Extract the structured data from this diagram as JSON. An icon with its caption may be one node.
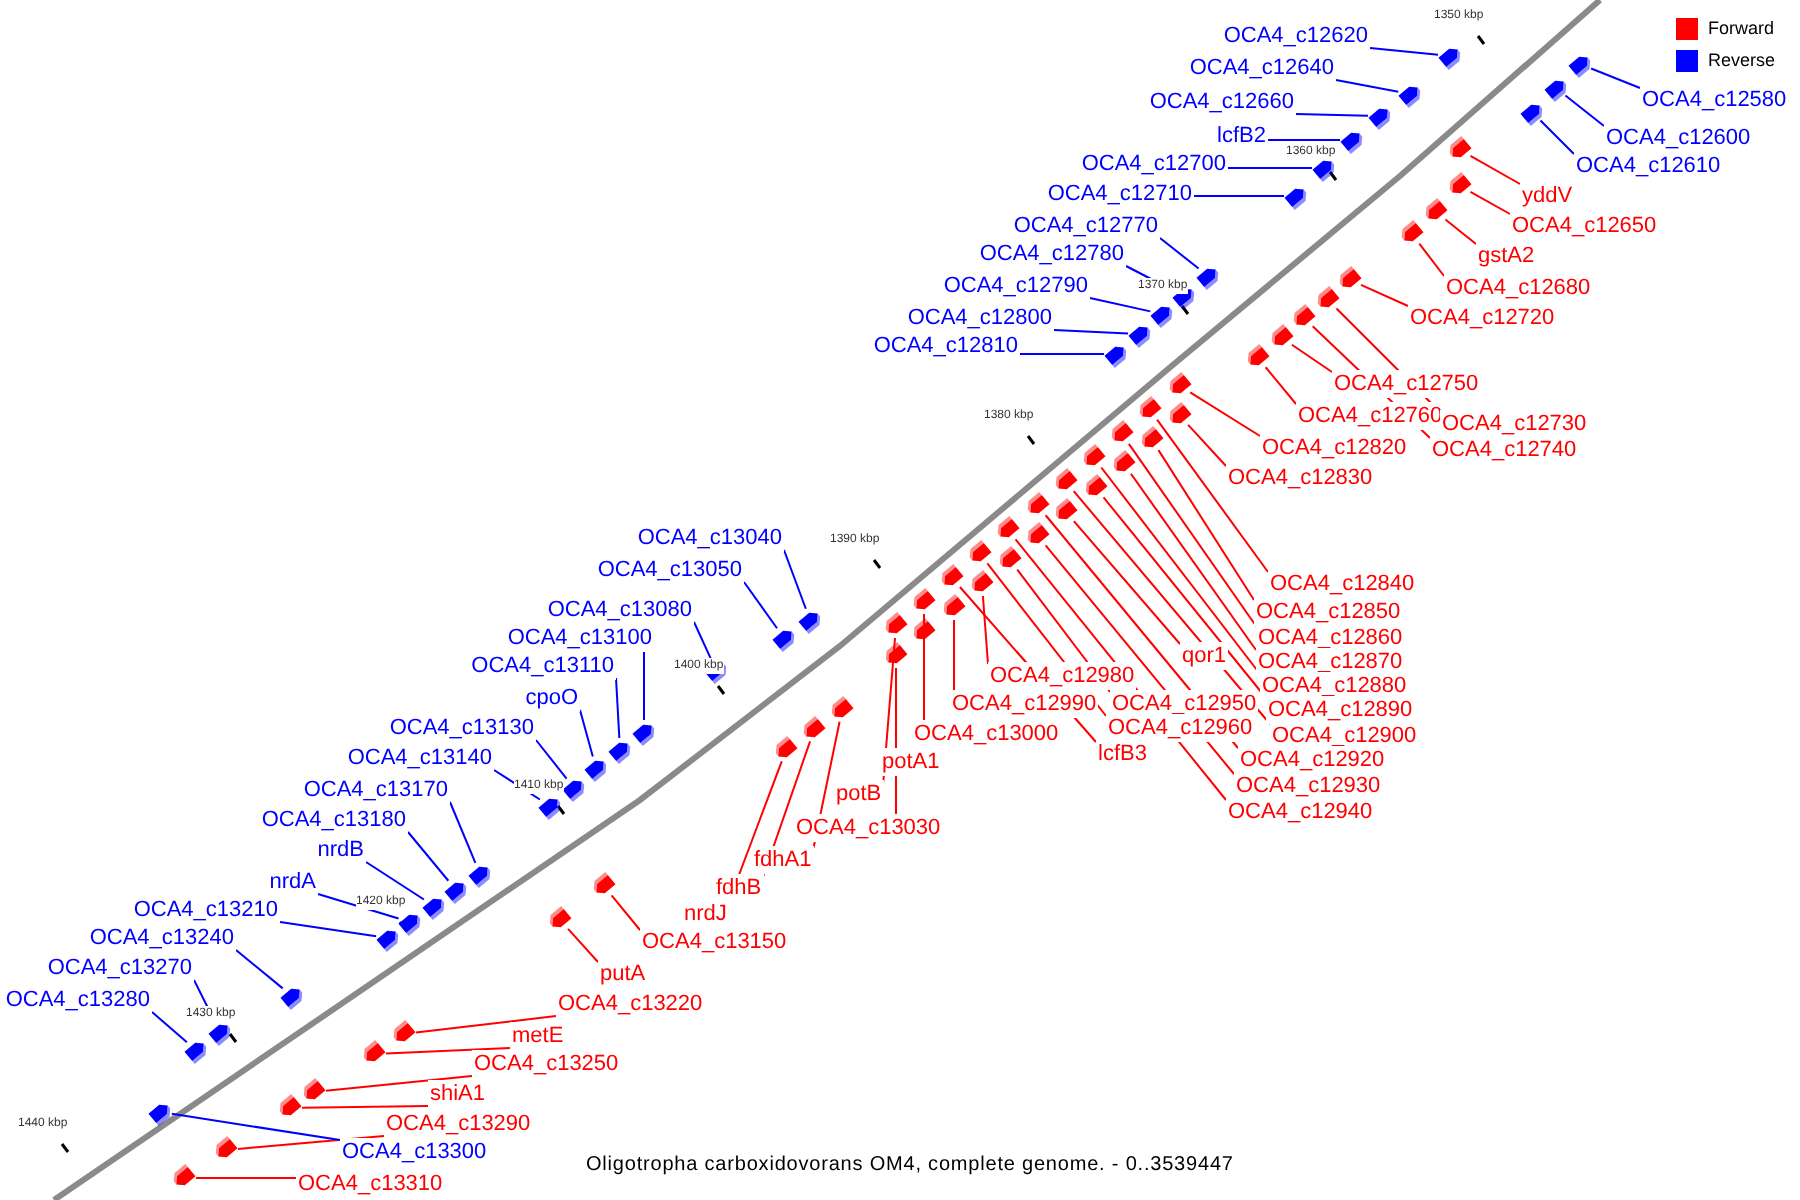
{
  "diagram": {
    "caption": "Oligotropha carboxidovorans OM4, complete genome. - 0..3539447",
    "nodes": [
      {
        "text": [
          "OCA4_c12620"
        ]
      },
      {
        "text": [
          "OCA4_c12580"
        ]
      },
      {
        "text": [
          "OCA4_c12640"
        ]
      },
      {
        "text": [
          "OCA4_c12660"
        ]
      },
      {
        "text": [
          "OCA4_c12600"
        ]
      },
      {
        "text": [
          "OCA4_c12610"
        ]
      },
      {
        "text": [
          "lcfB2"
        ]
      },
      {
        "text": [
          "OCA4_c12700"
        ]
      },
      {
        "text": [
          "yddV"
        ]
      },
      {
        "text": [
          "OCA4_c12710"
        ]
      },
      {
        "text": [
          "OCA4_c12770"
        ]
      },
      {
        "text": [
          "OCA4_c12650"
        ]
      },
      {
        "text": [
          "OCA4_c12780"
        ]
      },
      {
        "text": [
          "gstA2"
        ]
      },
      {
        "text": [
          "OCA4_c12790"
        ]
      },
      {
        "text": [
          "OCA4_c12680"
        ]
      },
      {
        "text": [
          "OCA4_c12800"
        ]
      },
      {
        "text": [
          "OCA4_c12720"
        ]
      },
      {
        "text": [
          "OCA4_c12810"
        ]
      },
      {
        "text": [
          "OCA4_c12750"
        ]
      },
      {
        "text": [
          "OCA4_c12760"
        ]
      },
      {
        "text": [
          "OCA4_c12730"
        ]
      },
      {
        "text": [
          "OCA4_c12820"
        ]
      },
      {
        "text": [
          "OCA4_c12740"
        ]
      },
      {
        "text": [
          "OCA4_c12830"
        ]
      },
      {
        "text": [
          "OCA4_c13040"
        ]
      },
      {
        "text": [
          "OCA4_c13050"
        ]
      },
      {
        "text": [
          "OCA4_c12840"
        ]
      },
      {
        "text": [
          "OCA4_c13080"
        ]
      },
      {
        "text": [
          "OCA4_c12850"
        ]
      },
      {
        "text": [
          "OCA4_c13100"
        ]
      },
      {
        "text": [
          "OCA4_c12860"
        ]
      },
      {
        "text": [
          "qor1"
        ]
      },
      {
        "text": [
          "OCA4_c12870"
        ]
      },
      {
        "text": [
          "OCA4_c13110"
        ]
      },
      {
        "text": [
          "OCA4_c12980"
        ]
      },
      {
        "text": [
          "OCA4_c12880"
        ]
      },
      {
        "text": [
          "cpoO"
        ]
      },
      {
        "text": [
          "OCA4_c12990"
        ]
      },
      {
        "text": [
          "OCA4_c12950"
        ]
      },
      {
        "text": [
          "OCA4_c12890"
        ]
      },
      {
        "text": [
          "OCA4_c13130"
        ]
      },
      {
        "text": [
          "OCA4_c12960"
        ]
      },
      {
        "text": [
          "OCA4_c13000"
        ]
      },
      {
        "text": [
          "OCA4_c12900"
        ]
      },
      {
        "text": [
          "lcfB3"
        ]
      },
      {
        "text": [
          "OCA4_c13140"
        ]
      },
      {
        "text": [
          "OCA4_c12920"
        ]
      },
      {
        "text": [
          "potA1"
        ]
      },
      {
        "text": [
          "OCA4_c12930"
        ]
      },
      {
        "text": [
          "OCA4_c13170"
        ]
      },
      {
        "text": [
          "potB"
        ]
      },
      {
        "text": [
          "OCA4_c12940"
        ]
      },
      {
        "text": [
          "OCA4_c13180"
        ]
      },
      {
        "text": [
          "OCA4_c13030"
        ]
      },
      {
        "text": [
          "nrdB"
        ]
      },
      {
        "text": [
          "fdhA1"
        ]
      },
      {
        "text": [
          "nrdA"
        ]
      },
      {
        "text": [
          "fdhB"
        ]
      },
      {
        "text": [
          "OCA4_c13210"
        ]
      },
      {
        "text": [
          "nrdJ"
        ]
      },
      {
        "text": [
          "OCA4_c13240"
        ]
      },
      {
        "text": [
          "OCA4_c13150"
        ]
      },
      {
        "text": [
          "OCA4_c13270"
        ]
      },
      {
        "text": [
          "putA"
        ]
      },
      {
        "text": [
          "OCA4_c13280"
        ]
      },
      {
        "text": [
          "OCA4_c13220"
        ]
      },
      {
        "text": [
          "metE"
        ]
      },
      {
        "text": [
          "OCA4_c13250"
        ]
      },
      {
        "text": [
          "shiA1"
        ]
      },
      {
        "text": [
          "OCA4_c13290"
        ]
      },
      {
        "text": [
          "OCA4_c13300"
        ]
      },
      {
        "text": [
          "OCA4_c13310"
        ]
      },
      {
        "text": [],
        "shape": "arrow"
      },
      {
        "text": [],
        "shape": "arrow"
      },
      {
        "text": [],
        "shape": "arrow"
      },
      {
        "text": [],
        "shape": "arrow"
      },
      {
        "text": [],
        "shape": "arrow"
      },
      {
        "text": [],
        "shape": "arrow"
      },
      {
        "text": [],
        "shape": "arrow"
      },
      {
        "text": [],
        "shape": "arrow"
      },
      {
        "text": [],
        "shape": "arrow"
      },
      {
        "text": [],
        "shape": "arrow"
      },
      {
        "text": [],
        "shape": "arrow"
      },
      {
        "text": [],
        "shape": "arrow"
      },
      {
        "text": [],
        "shape": "arrow"
      },
      {
        "text": [],
        "shape": "arrow"
      },
      {
        "text": [],
        "shape": "arrow"
      },
      {
        "text": [],
        "shape": "arrow"
      },
      {
        "text": [],
        "shape": "arrow"
      },
      {
        "text": [],
        "shape": "arrow"
      },
      {
        "text": [],
        "shape": "arrow"
      },
      {
        "text": [],
        "shape": "arrow"
      },
      {
        "text": [],
        "shape": "arrow"
      },
      {
        "text": [],
        "shape": "arrow"
      },
      {
        "text": [],
        "shape": "arrow"
      },
      {
        "text": [],
        "shape": "arrow"
      },
      {
        "text": [],
        "shape": "arrow"
      },
      {
        "text": [],
        "shape": "arrow"
      },
      {
        "text": [],
        "shape": "arrow"
      },
      {
        "text": [],
        "shape": "arrow"
      },
      {
        "text": [],
        "shape": "arrow"
      },
      {
        "text": [],
        "shape": "arrow"
      },
      {
        "text": [],
        "shape": "arrow"
      },
      {
        "text": [],
        "shape": "arrow"
      },
      {
        "text": [],
        "shape": "arrow"
      },
      {
        "text": [],
        "shape": "arrow"
      },
      {
        "text": [],
        "shape": "arrow"
      },
      {
        "text": [],
        "shape": "arrow"
      },
      {
        "text": [],
        "shape": "arrow"
      },
      {
        "text": [],
        "shape": "arrow"
      },
      {
        "text": [],
        "shape": "arrow"
      },
      {
        "text": [],
        "shape": "arrow"
      },
      {
        "text": [],
        "shape": "arrow"
      },
      {
        "text": [],
        "shape": "arrow"
      },
      {
        "text": [],
        "shape": "arrow"
      },
      {
        "text": [],
        "shape": "arrow"
      },
      {
        "text": [],
        "shape": "arrow"
      },
      {
        "text": [],
        "shape": "arrow"
      },
      {
        "text": [],
        "shape": "arrow"
      },
      {
        "text": [],
        "shape": "arrow"
      },
      {
        "text": [],
        "shape": "arrow"
      },
      {
        "text": [],
        "shape": "arrow"
      },
      {
        "text": [],
        "shape": "arrow"
      },
      {
        "text": [],
        "shape": "arrow"
      },
      {
        "text": [],
        "shape": "arrow"
      },
      {
        "text": [],
        "shape": "arrow"
      },
      {
        "text": [],
        "shape": "arrow"
      },
      {
        "text": [],
        "shape": "arrow"
      },
      {
        "text": [],
        "shape": "arrow"
      },
      {
        "text": [],
        "shape": "arrow"
      },
      {
        "text": [],
        "shape": "arrow"
      },
      {
        "text": [],
        "shape": "arrow"
      },
      {
        "text": [],
        "shape": "arrow"
      },
      {
        "text": [],
        "shape": "arrow"
      },
      {
        "text": [],
        "shape": "arrow"
      },
      {
        "text": [],
        "shape": "arrow"
      },
      {
        "text": [],
        "shape": "arrow"
      },
      {
        "text": [],
        "shape": "arrow"
      },
      {
        "text": [],
        "shape": "arrow"
      },
      {
        "text": [],
        "shape": "arrow"
      },
      {
        "text": [],
        "shape": "arrow"
      },
      {
        "text": [],
        "shape": "arrow"
      },
      {
        "text": [],
        "shape": "arrow"
      },
      {
        "text": [],
        "shape": "arrow"
      },
      {
        "text": [],
        "shape": "arrow"
      }
    ],
    "edges": [
      {
        "from": 0,
        "to": 73,
        "arrow": "none",
        "color": "#0000ff"
      },
      {
        "from": 1,
        "to": 74,
        "arrow": "none",
        "color": "#0000ff"
      },
      {
        "from": 2,
        "to": 75,
        "arrow": "none",
        "color": "#0000ff"
      },
      {
        "from": 3,
        "to": 76,
        "arrow": "none",
        "color": "#0000ff"
      },
      {
        "from": 4,
        "to": 77,
        "arrow": "none",
        "color": "#0000ff"
      },
      {
        "from": 5,
        "to": 78,
        "arrow": "none",
        "color": "#0000ff"
      },
      {
        "from": 6,
        "to": 79,
        "arrow": "none",
        "color": "#0000ff"
      },
      {
        "from": 7,
        "to": 80,
        "arrow": "none",
        "color": "#0000ff"
      },
      {
        "from": 8,
        "to": 81,
        "arrow": "none"
      },
      {
        "from": 9,
        "to": 82,
        "arrow": "none",
        "color": "#0000ff"
      },
      {
        "from": 10,
        "to": 83,
        "arrow": "none",
        "color": "#0000ff"
      },
      {
        "from": 11,
        "to": 84,
        "arrow": "none"
      },
      {
        "from": 12,
        "to": 85,
        "arrow": "none",
        "color": "#0000ff"
      },
      {
        "from": 13,
        "to": 86,
        "arrow": "none"
      },
      {
        "from": 14,
        "to": 87,
        "arrow": "none",
        "color": "#0000ff"
      },
      {
        "from": 15,
        "to": 88,
        "arrow": "none"
      },
      {
        "from": 16,
        "to": 89,
        "arrow": "none",
        "color": "#0000ff"
      },
      {
        "from": 17,
        "to": 90,
        "arrow": "none"
      },
      {
        "from": 18,
        "to": 91,
        "arrow": "none",
        "color": "#0000ff"
      },
      {
        "from": 19,
        "to": 92,
        "arrow": "none"
      },
      {
        "from": 20,
        "to": 93,
        "arrow": "none"
      },
      {
        "from": 21,
        "to": 94,
        "arrow": "none"
      },
      {
        "from": 22,
        "to": 95,
        "arrow": "none"
      },
      {
        "from": 23,
        "to": 96,
        "arrow": "none"
      },
      {
        "from": 24,
        "to": 97,
        "arrow": "none"
      },
      {
        "from": 25,
        "to": 98,
        "arrow": "none",
        "color": "#0000ff"
      },
      {
        "from": 26,
        "to": 99,
        "arrow": "none",
        "color": "#0000ff"
      },
      {
        "from": 27,
        "to": 100,
        "arrow": "none"
      },
      {
        "from": 28,
        "to": 101,
        "arrow": "none",
        "color": "#0000ff"
      },
      {
        "from": 29,
        "to": 102,
        "arrow": "none"
      },
      {
        "from": 30,
        "to": 103,
        "arrow": "none",
        "color": "#0000ff"
      },
      {
        "from": 31,
        "to": 104,
        "arrow": "none"
      },
      {
        "from": 32,
        "to": 105,
        "arrow": "none"
      },
      {
        "from": 33,
        "to": 106,
        "arrow": "none"
      },
      {
        "from": 34,
        "to": 107,
        "arrow": "none",
        "color": "#0000ff"
      },
      {
        "from": 35,
        "to": 108,
        "arrow": "none"
      },
      {
        "from": 36,
        "to": 109,
        "arrow": "none"
      },
      {
        "from": 37,
        "to": 110,
        "arrow": "none",
        "color": "#0000ff"
      },
      {
        "from": 38,
        "to": 111,
        "arrow": "none"
      },
      {
        "from": 39,
        "to": 112,
        "arrow": "none"
      },
      {
        "from": 40,
        "to": 113,
        "arrow": "none"
      },
      {
        "from": 41,
        "to": 114,
        "arrow": "none",
        "color": "#0000ff"
      },
      {
        "from": 42,
        "to": 115,
        "arrow": "none"
      },
      {
        "from": 43,
        "to": 116,
        "arrow": "none"
      },
      {
        "from": 44,
        "to": 117,
        "arrow": "none"
      },
      {
        "from": 45,
        "to": 118,
        "arrow": "none"
      },
      {
        "from": 46,
        "to": 119,
        "arrow": "none",
        "color": "#0000ff"
      },
      {
        "from": 47,
        "to": 120,
        "arrow": "none"
      },
      {
        "from": 48,
        "to": 121,
        "arrow": "none"
      },
      {
        "from": 49,
        "to": 122,
        "arrow": "none"
      },
      {
        "from": 50,
        "to": 123,
        "arrow": "none",
        "color": "#0000ff"
      },
      {
        "from": 51,
        "to": 124,
        "arrow": "none"
      },
      {
        "from": 52,
        "to": 125,
        "arrow": "none"
      },
      {
        "from": 53,
        "to": 126,
        "arrow": "none",
        "color": "#0000ff"
      },
      {
        "from": 54,
        "to": 127,
        "arrow": "none"
      },
      {
        "from": 55,
        "to": 128,
        "arrow": "none",
        "color": "#0000ff"
      },
      {
        "from": 56,
        "to": 129,
        "arrow": "none"
      },
      {
        "from": 57,
        "to": 130,
        "arrow": "none",
        "color": "#0000ff"
      },
      {
        "from": 58,
        "to": 131,
        "arrow": "none"
      },
      {
        "from": 59,
        "to": 132,
        "arrow": "none",
        "color": "#0000ff"
      },
      {
        "from": 60,
        "to": 133,
        "arrow": "none"
      },
      {
        "from": 61,
        "to": 134,
        "arrow": "none",
        "color": "#0000ff"
      },
      {
        "from": 62,
        "to": 135,
        "arrow": "none"
      },
      {
        "from": 63,
        "to": 136,
        "arrow": "none",
        "color": "#0000ff"
      },
      {
        "from": 64,
        "to": 137,
        "arrow": "none"
      },
      {
        "from": 65,
        "to": 138,
        "arrow": "none",
        "color": "#0000ff"
      },
      {
        "from": 66,
        "to": 139,
        "arrow": "none"
      },
      {
        "from": 67,
        "to": 140,
        "arrow": "none"
      },
      {
        "from": 68,
        "to": 141,
        "arrow": "none"
      },
      {
        "from": 69,
        "to": 142,
        "arrow": "none"
      },
      {
        "from": 70,
        "to": 143,
        "arrow": "none"
      },
      {
        "from": 71,
        "to": 144,
        "arrow": "none",
        "color": "#0000ff"
      },
      {
        "from": 72,
        "to": 145,
        "arrow": "none"
      }
    ],
    "labels": [
      "1350 kbp",
      "1360 kbp",
      "1370 kbp",
      "1380 kbp",
      "1390 kbp",
      "1400 kbp",
      "1410 kbp",
      "1420 kbp",
      "1430 kbp",
      "1440 kbp"
    ],
    "legend": [
      {
        "text": "Forward",
        "color": "#ff0000"
      },
      {
        "text": "Reverse",
        "color": "#0000ff"
      }
    ]
  }
}
